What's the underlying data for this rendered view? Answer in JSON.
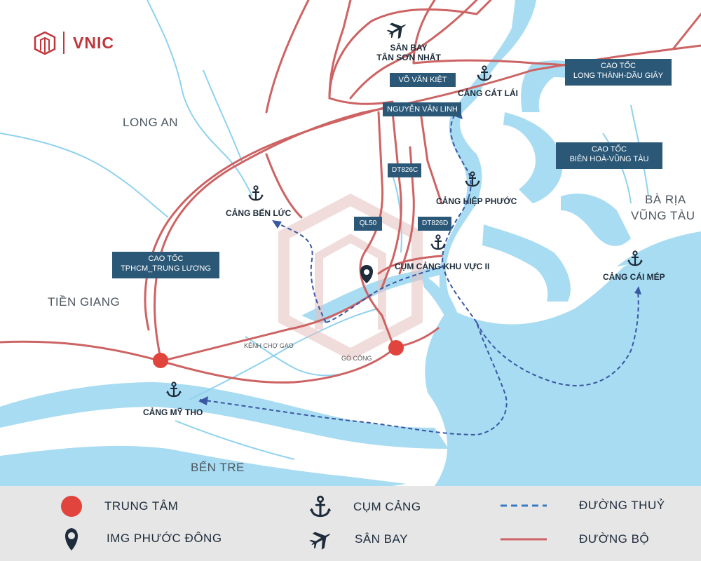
{
  "brand": {
    "name": "VNIC",
    "color": "#c0363a"
  },
  "colors": {
    "water": "#a8dcf2",
    "road": "#cd6363",
    "waterway": "#3a57a3",
    "box": "#2b5877",
    "center": "#e0443c",
    "pin": "#1d2b3a"
  },
  "regions": {
    "long_an": "LONG AN",
    "tien_giang": "TIỀN GIANG",
    "ben_tre": "BẾN TRE",
    "ba_ria_1": "BÀ RỊA",
    "ba_ria_2": "VŨNG TÀU"
  },
  "airport": {
    "line1": "SÂN BAY",
    "line2": "TÂN SƠN NHẤT",
    "icon": "airplane-icon"
  },
  "road_boxes": {
    "vo_van_kiet": "VÕ VĂN KIỆT",
    "nguyen_van_linh": "NGUYỄN VĂN LINH",
    "dt826c": "DT826C",
    "dt826d": "DT826D",
    "ql50": "QL50",
    "lt_dg_1": "CAO TỐC",
    "lt_dg_2": "LONG THÀNH-DẦU GIÂY",
    "bh_vt_1": "CAO TỐC",
    "bh_vt_2": "BIÊN HOÀ-VŨNG TÀU",
    "tphcm_tl_1": "CAO TỐC",
    "tphcm_tl_2": "TPHCM_TRUNG LƯƠNG"
  },
  "ports": {
    "cat_lai": "CẢNG CÁT LÁI",
    "hiep_phuoc": "CẢNG HIỆP PHƯỚC",
    "ben_luc": "CẢNG BẾN LỨC",
    "khu_vuc_ii": "CỤM CẢNG KHU VỰC II",
    "cai_mep": "CẢNG CÁI MÉP",
    "my_tho": "CẢNG MỸ THO"
  },
  "small_labels": {
    "kenh_cho_gao": "KÊNH CHỢ GẠO",
    "go_cong": "GÒ CÔNG"
  },
  "legend": {
    "trung_tam": "TRUNG TÂM",
    "img": "IMG PHƯỚC ĐÔNG",
    "cum_cang": "CỤM CẢNG",
    "san_bay": "SÂN BAY",
    "duong_thuy": "ĐƯỜNG THUỶ",
    "duong_bo": "ĐƯỜNG BỘ"
  }
}
